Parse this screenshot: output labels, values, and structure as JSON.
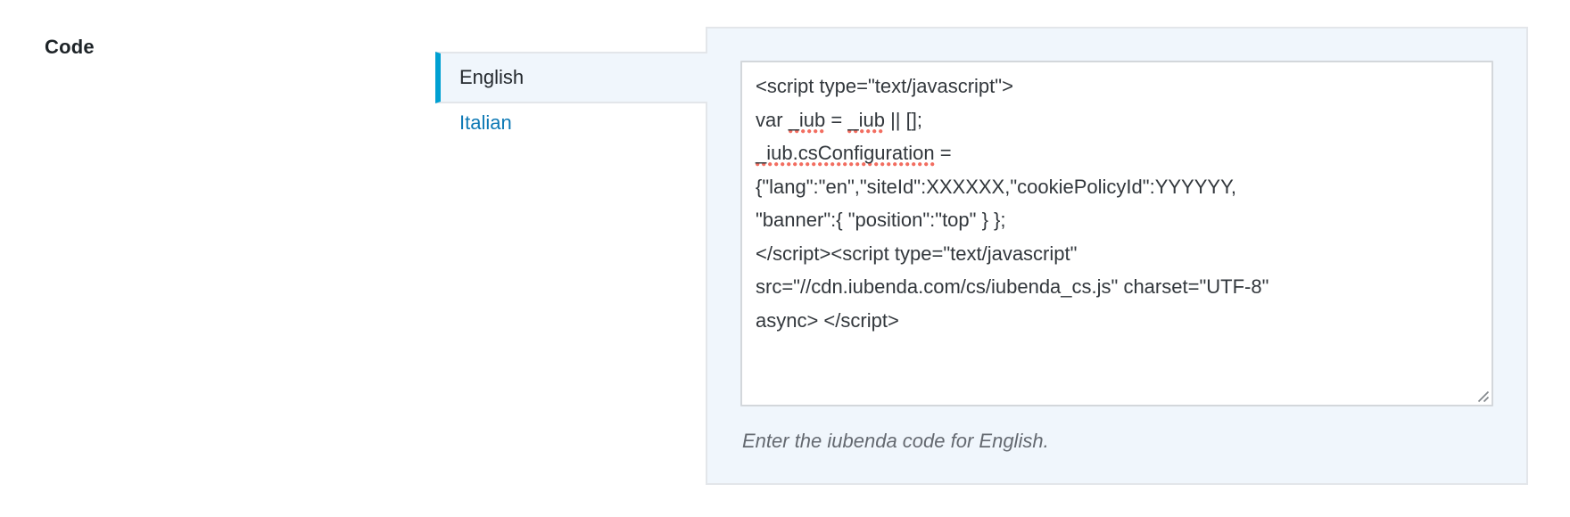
{
  "field_label": "Code",
  "language_tabs": [
    {
      "label": "English",
      "active": true
    },
    {
      "label": "Italian",
      "active": false
    }
  ],
  "code_editor": {
    "lines": [
      {
        "segments": [
          {
            "text": "<script type=\"text/javascript\">"
          }
        ]
      },
      {
        "segments": [
          {
            "text": "var "
          },
          {
            "text": "_iub",
            "misspelled": true
          },
          {
            "text": " = "
          },
          {
            "text": "_iub",
            "misspelled": true
          },
          {
            "text": " || [];"
          }
        ]
      },
      {
        "segments": [
          {
            "text": "_iub.csConfiguration",
            "misspelled": true
          },
          {
            "text": " ="
          }
        ]
      },
      {
        "segments": [
          {
            "text": "{\"lang\":\"en\",\"siteId\":XXXXXX,\"cookiePolicyId\":YYYYYY,"
          }
        ]
      },
      {
        "segments": [
          {
            "text": "\"banner\":{ \"position\":\"top\" } };"
          }
        ]
      },
      {
        "segments": [
          {
            "text": "</script><script type=\"text/javascript\""
          }
        ]
      },
      {
        "segments": [
          {
            "text": "src=\"//cdn.iubenda.com/cs/iubenda_cs.js\" charset=\"UTF-8\""
          }
        ]
      },
      {
        "segments": [
          {
            "text": "async> </script>"
          }
        ]
      }
    ],
    "helper_text": "Enter the iubenda code for English."
  },
  "colors": {
    "accent_active_tab": "#00a0d2",
    "link_blue": "#0d79b5",
    "panel_background": "#f0f6fc",
    "spellcheck_red": "#f26d60"
  }
}
